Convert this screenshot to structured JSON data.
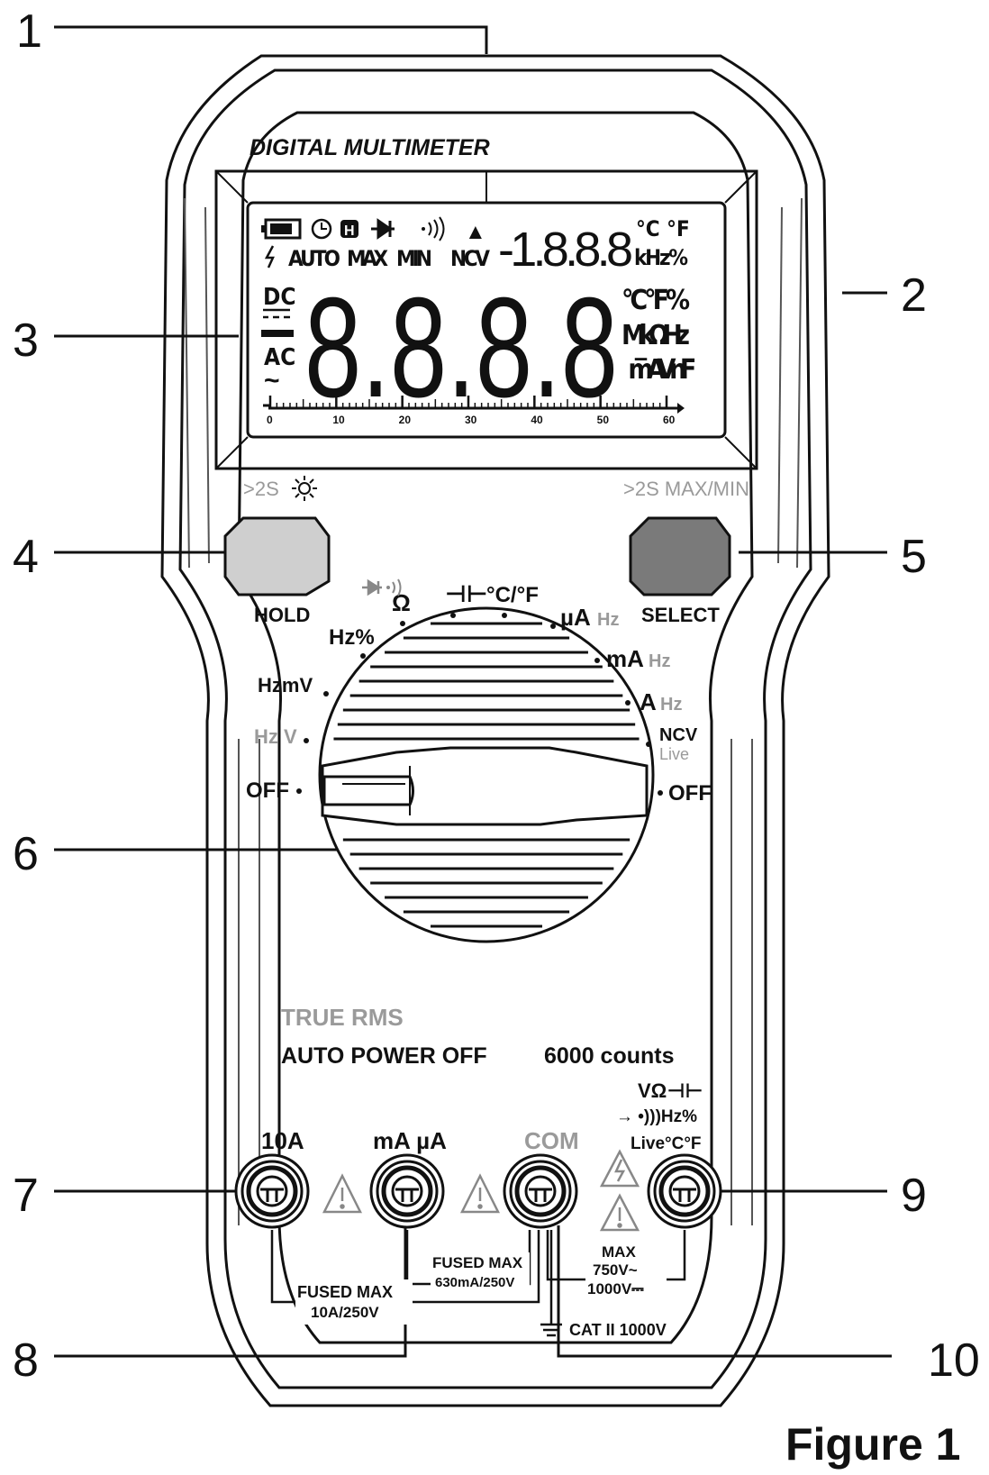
{
  "figure_caption": "Figure 1",
  "callouts": [
    "1",
    "2",
    "3",
    "4",
    "5",
    "6",
    "7",
    "8",
    "9",
    "10"
  ],
  "brand_label": "DIGITAL  MULTIMETER",
  "lcd": {
    "top_icons": {
      "auto": "AUTO",
      "max": "MAX",
      "min": "MIN",
      "ncv": "NCV",
      "hold_symbol": "H",
      "triangle": "▲"
    },
    "sub_display": "-1.8.8.8",
    "sub_units_top": "°C °F",
    "sub_units_bottom": "kHz%",
    "main_display": "8.8.8.8",
    "left_dc": "DC",
    "left_ac": "AC",
    "units_row1": "°C°F%",
    "units_row2": "MkΩHz",
    "units_row3": "m̅AVnF",
    "bargraph_ticks": [
      "0",
      "10",
      "20",
      "30",
      "40",
      "50",
      "60"
    ]
  },
  "buttons": {
    "left_caption": ">2S",
    "left_label": "HOLD",
    "right_caption": ">2S MAX/MIN",
    "right_label": "SELECT"
  },
  "dial_positions": {
    "off_left": "OFF",
    "v_hz": "Hz V",
    "mv_hz": "HzmV",
    "hz_percent": "Hz%",
    "diode_ohm": "Ω",
    "capacitance": "⊣⊢",
    "temperature": "°C/°F",
    "ua": "µA",
    "ua_hz": "Hz",
    "ma": "mA",
    "ma_hz": "Hz",
    "a": "A",
    "a_hz": "Hz",
    "ncv": "NCV",
    "live": "Live",
    "off_right": "OFF"
  },
  "panel_text": {
    "true_rms": "TRUE  RMS",
    "auto_power_off": "AUTO POWER OFF",
    "counts": "6000 counts"
  },
  "jacks": {
    "jack_10a": "10A",
    "jack_ma": "mA µA",
    "jack_com": "COM",
    "jack_v_line1": "VΩ⊣⊢",
    "jack_v_line2": "→ •)))Hz%",
    "jack_v_line3": "Live°C°F",
    "fused_10a_l1": "FUSED MAX",
    "fused_10a_l2": "10A/250V",
    "fused_ma_l1": "FUSED MAX",
    "fused_ma_l2": "630mA/250V",
    "max_l1": "MAX",
    "max_l2": "750V~",
    "max_l3": "1000V⎓",
    "cat": "CAT II 1000V"
  }
}
